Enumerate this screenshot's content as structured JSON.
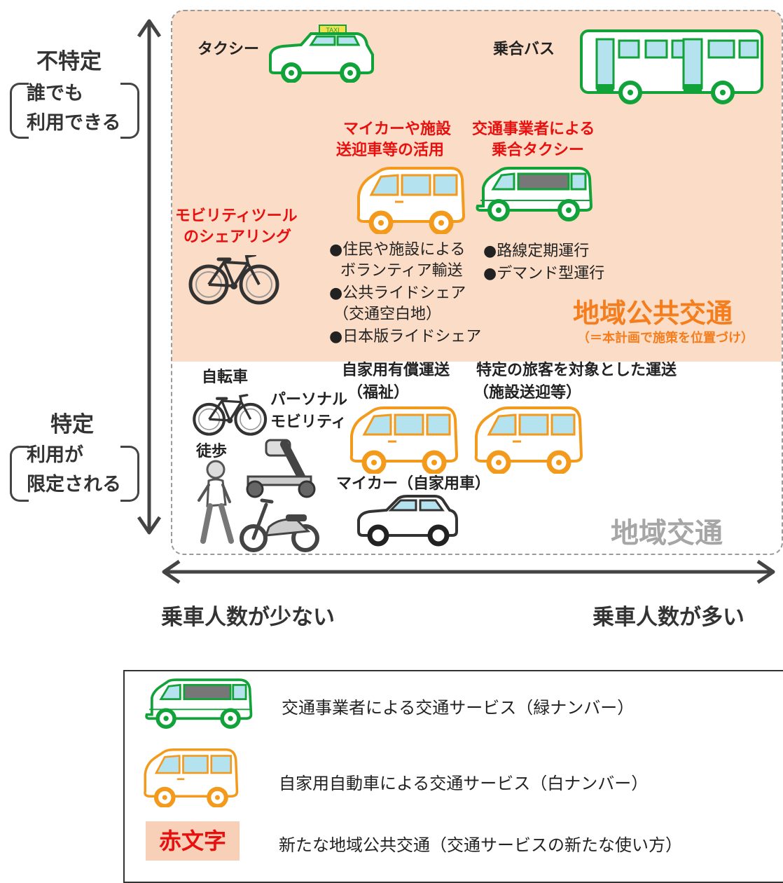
{
  "y_axis": {
    "top_label": "不特定",
    "top_sub": [
      "誰でも",
      "利用できる"
    ],
    "bottom_label": "特定",
    "bottom_sub": [
      "利用が",
      "限定される"
    ]
  },
  "x_axis": {
    "left_label": "乗車人数が少ない",
    "right_label": "乗車人数が多い"
  },
  "public_zone": {
    "title": "地域公共交通",
    "subtitle": "（＝本計画で施策を位置づけ）",
    "taxi": {
      "label": "タクシー",
      "sign": "TAXI"
    },
    "bus": {
      "label": "乗合バス"
    },
    "private_use": {
      "label_lines": [
        "マイカーや施設",
        "送迎車等の活用"
      ]
    },
    "shared_taxi": {
      "label_lines": [
        "交通事業者による",
        "乗合タクシー"
      ]
    },
    "sharing": {
      "label_lines": [
        "モビリティツール",
        "のシェアリング"
      ]
    },
    "bullets_left": [
      "●住民や施設による",
      "ボランティア輸送",
      "●公共ライドシェア",
      "（交通空白地）",
      "●日本版ライドシェア"
    ],
    "bullets_right": [
      "●路線定期運行",
      "●デマンド型運行"
    ]
  },
  "local_zone": {
    "title": "地域交通",
    "bicycle": "自転車",
    "personal_mobility": [
      "パーソナル",
      "モビリティ"
    ],
    "walking": "徒歩",
    "paid_transport": [
      "自家用有償運送",
      "（福祉）"
    ],
    "specific_transport": [
      "特定の旅客を対象とした運送",
      "（施設送迎等）"
    ],
    "mycar": "マイカー（自家用車）"
  },
  "legend": {
    "items": [
      {
        "icon": "green-van-icon",
        "text": "交通事業者による交通サービス（緑ナンバー）"
      },
      {
        "icon": "orange-van-icon",
        "text": "自家用自動車による交通サービス（白ナンバー）"
      },
      {
        "icon": "red-text-swatch",
        "swatch_text": "赤文字",
        "text": "新たな地域公共交通（交通サービスの新たな使い方）"
      }
    ]
  },
  "colors": {
    "green": "#11a33a",
    "orange": "#f39a1c",
    "red": "#e8100f",
    "public_zone_bg": "#fbdcc6",
    "public_title": "#f47e1e",
    "local_title": "#a6a6a6",
    "swatch_bg": "#f8cfb7"
  }
}
